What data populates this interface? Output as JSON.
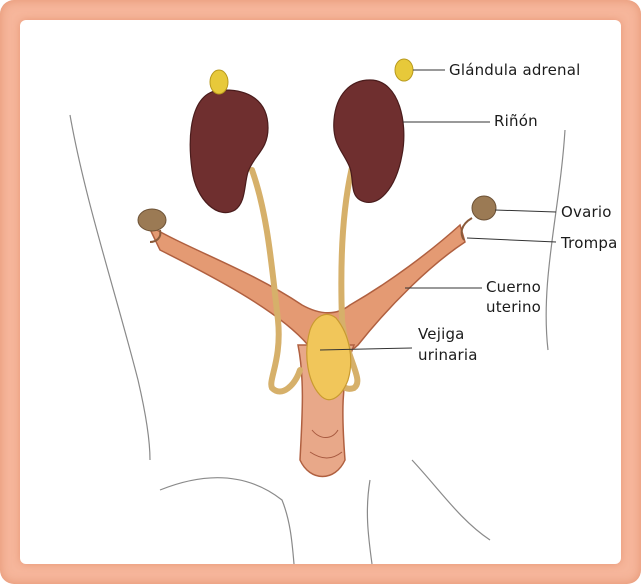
{
  "labels": {
    "adrenal": "Glándula adrenal",
    "kidney": "Riñón",
    "ovary": "Ovario",
    "tube": "Trompa",
    "horn_1": "Cuerno",
    "horn_2": "uterino",
    "bladder_1": "Vejiga",
    "bladder_2": "urinaria"
  },
  "colors": {
    "frame": "#f6b69b",
    "kidney": "#6f2f2f",
    "adrenal": "#e7c93a",
    "uterus": "#e49a73",
    "bladder": "#f1c65a",
    "ureter": "#e2c58a",
    "ovary": "#9b7a54"
  }
}
